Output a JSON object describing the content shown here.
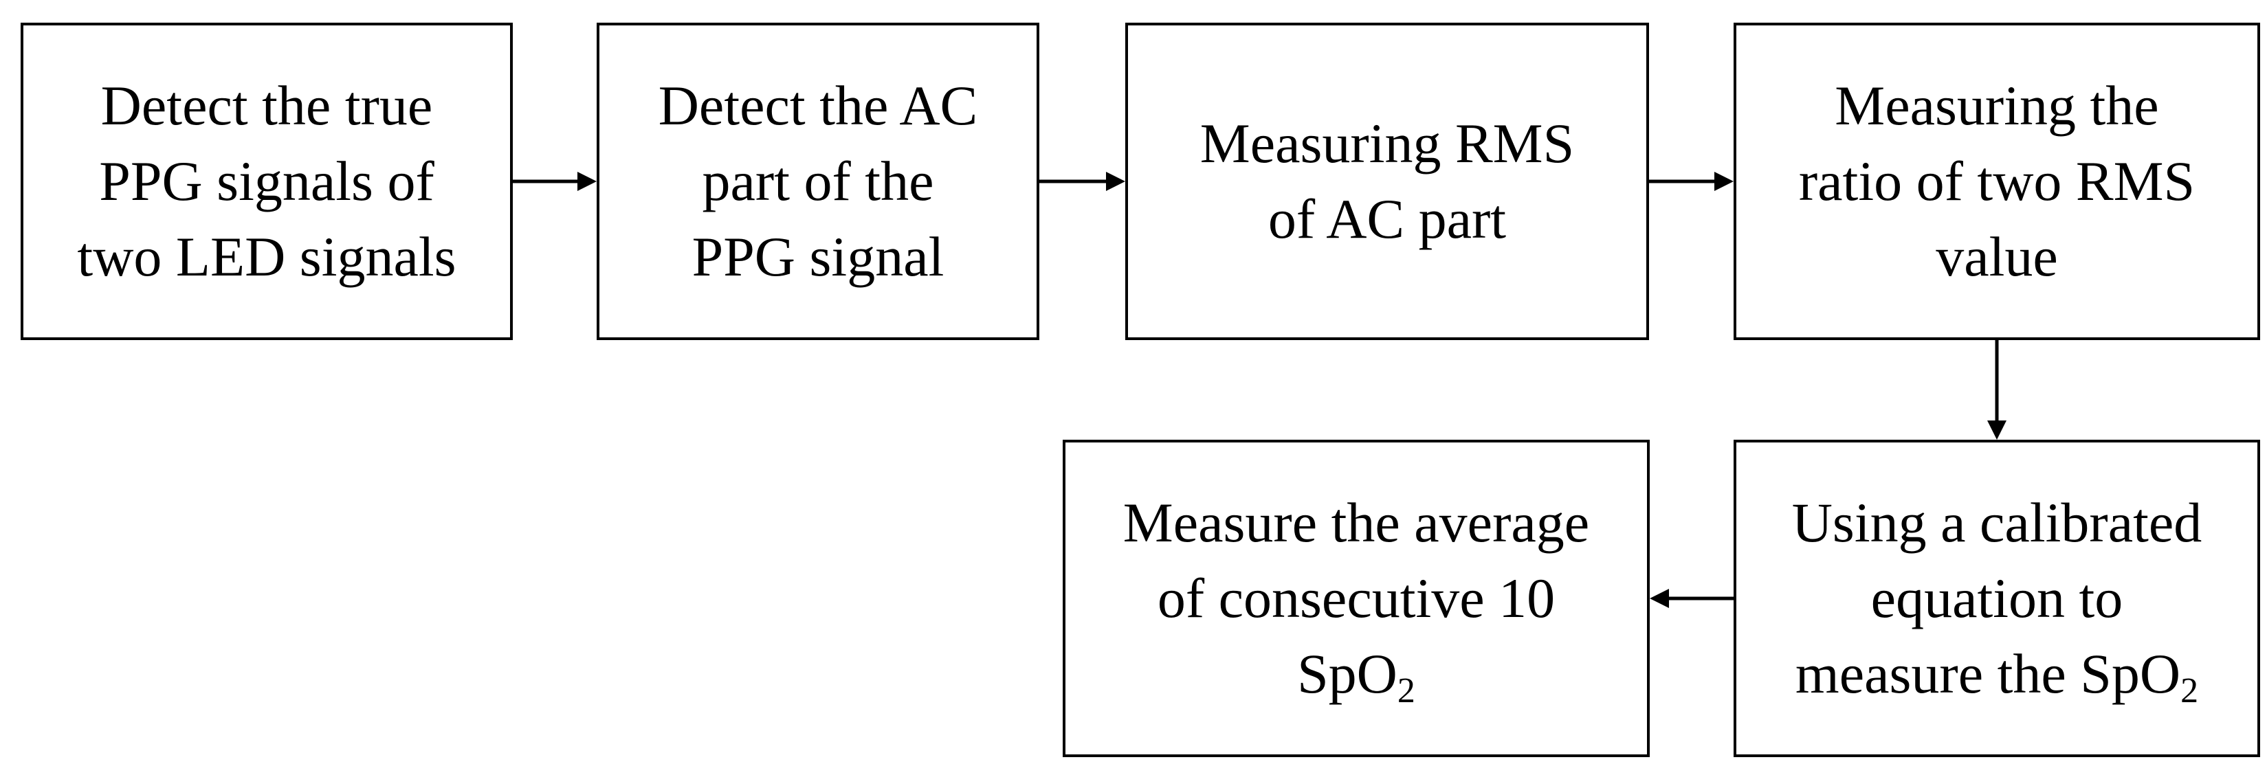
{
  "diagram": {
    "boxes": [
      {
        "id": "detect-true-ppg",
        "lines": [
          {
            "text": "Detect the true"
          },
          {
            "text": "PPG signals of"
          },
          {
            "text": "two LED signals"
          }
        ]
      },
      {
        "id": "detect-ac-part",
        "lines": [
          {
            "text": "Detect the AC"
          },
          {
            "text": "part of the"
          },
          {
            "text": "PPG signal"
          }
        ]
      },
      {
        "id": "measuring-rms",
        "lines": [
          {
            "text": "Measuring RMS"
          },
          {
            "text": "of AC part"
          }
        ]
      },
      {
        "id": "measuring-ratio",
        "lines": [
          {
            "text": "Measuring the"
          },
          {
            "text": "ratio of two RMS"
          },
          {
            "text": "value"
          }
        ]
      },
      {
        "id": "calibrated-equation",
        "lines": [
          {
            "text": "Using a calibrated"
          },
          {
            "text": "equation to"
          },
          {
            "text": "measure the SpO",
            "sub": "2"
          }
        ]
      },
      {
        "id": "measure-average",
        "lines": [
          {
            "text": "Measure the average"
          },
          {
            "text": "of consecutive 10"
          },
          {
            "text": "SpO",
            "sub": "2"
          }
        ]
      }
    ],
    "connections": [
      {
        "from": "detect-true-ppg",
        "to": "detect-ac-part"
      },
      {
        "from": "detect-ac-part",
        "to": "measuring-rms"
      },
      {
        "from": "measuring-rms",
        "to": "measuring-ratio"
      },
      {
        "from": "measuring-ratio",
        "to": "calibrated-equation"
      },
      {
        "from": "calibrated-equation",
        "to": "measure-average"
      }
    ]
  }
}
